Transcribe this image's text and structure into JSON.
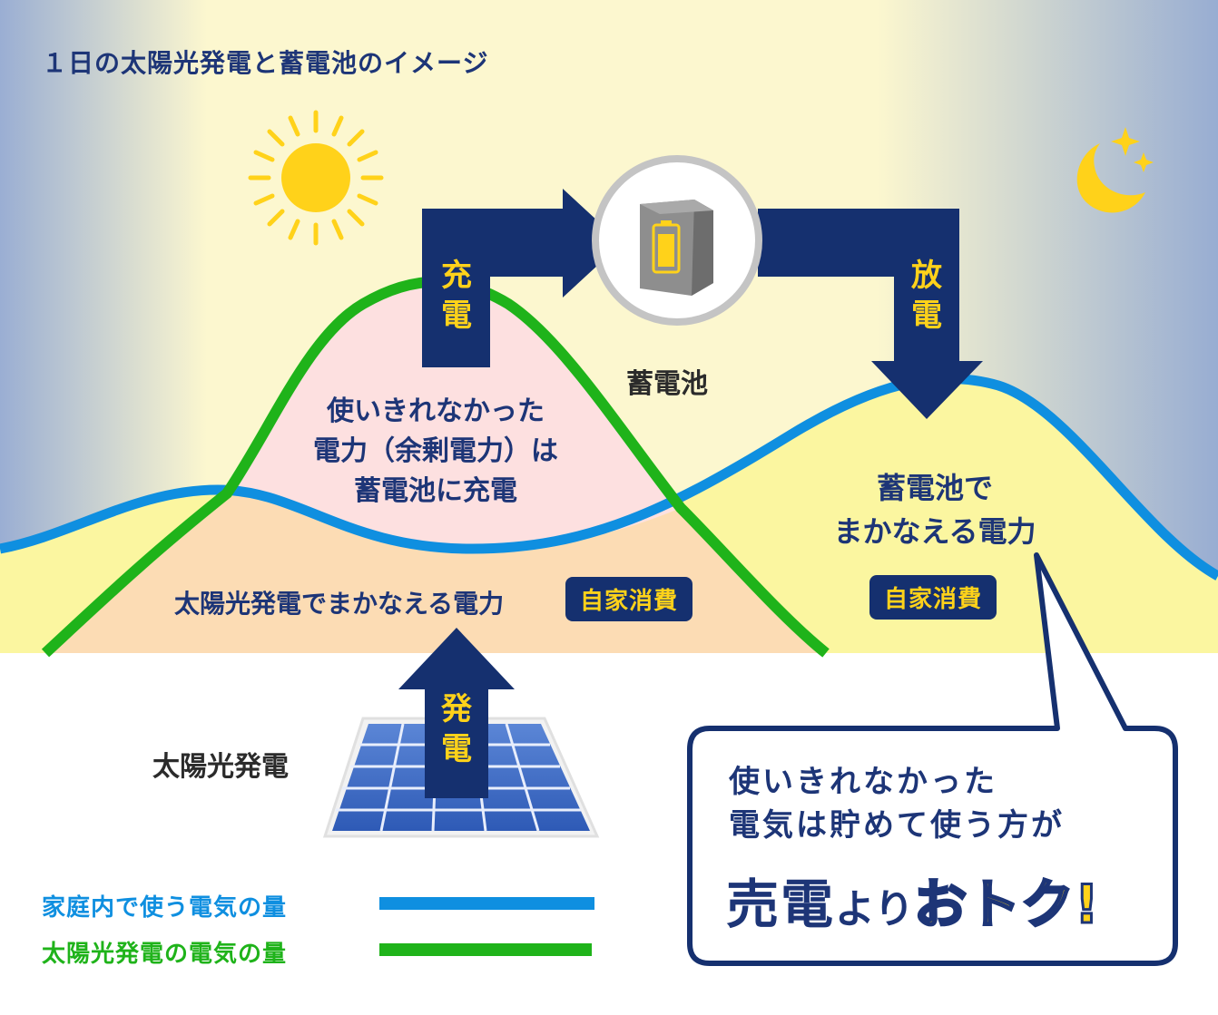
{
  "title": "１日の太陽光発電と蓄電池のイメージ",
  "labels": {
    "charge": "充\n電",
    "discharge": "放\n電",
    "generate": "発\n電",
    "battery": "蓄電池",
    "solar_panel": "太陽光発電",
    "surplus": "使いきれなかった\n電力（余剰電力）は\n蓄電池に充電",
    "solar_covered": "太陽光発電でまかなえる電力",
    "battery_covered": "蓄電池で\nまかなえる電力",
    "self_consumption_1": "自家消費",
    "self_consumption_2": "自家消費"
  },
  "legend": [
    {
      "text": "家庭内で使う電気の量",
      "color": "#0f8fe0"
    },
    {
      "text": "太陽光発電の電気の量",
      "color": "#1fb31a"
    }
  ],
  "bubble": {
    "line1": "使いきれなかった",
    "line2": "電気は貯めて使う方が",
    "big_part1": "売電",
    "big_part2": "より",
    "big_part3": "おトク!"
  },
  "colors": {
    "navy": "#15306f",
    "yellow": "#ffd21a",
    "consumption_line": "#0f8fe0",
    "generation_line": "#1fb31a",
    "surplus_fill": "#fde0e0",
    "solar_fill": "#fcdcb4",
    "battery_fill": "#fbf6a0"
  }
}
